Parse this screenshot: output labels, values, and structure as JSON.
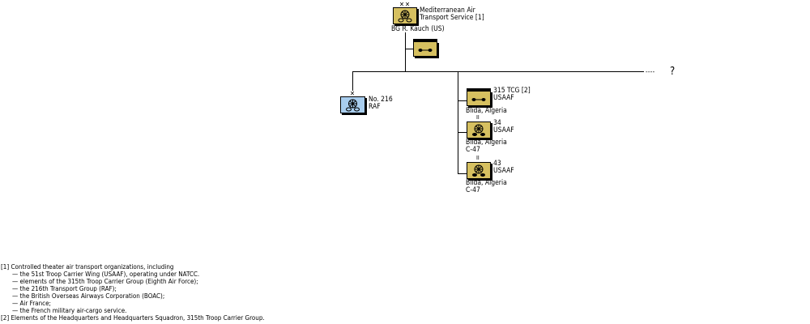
{
  "colors": {
    "army_tan": "#d6c060",
    "raf_blue": "#a8cdee",
    "line": "#000000"
  },
  "hq": {
    "size_marks": "✕✕",
    "name_line1": "Mediterranean Air",
    "name_line2": "Transport Service [1]",
    "commander": "BG R. Kauch (US)",
    "icon": "aviation-propeller-icon"
  },
  "hq_company": {
    "icon": "air-transport-icon"
  },
  "unknown_branch": {
    "dash": "- - - -",
    "label": "?"
  },
  "raf": {
    "size_mark": "✕",
    "line1": "No. 216",
    "line2": "RAF",
    "icon": "aviation-propeller-icon"
  },
  "tcg": {
    "line1": "315 TCG [2]",
    "line2": "USAAF",
    "location": "Blida, Algeria",
    "icon": "air-transport-icon"
  },
  "squadrons": [
    {
      "marks": "II",
      "line1": "34",
      "line2": "USAAF",
      "location": "Blida, Algeria",
      "aircraft": "C-47",
      "icon": "aviation-propeller-icon"
    },
    {
      "marks": "II",
      "line1": "43",
      "line2": "USAAF",
      "location": "Blida, Algeria",
      "aircraft": "C-47",
      "icon": "aviation-propeller-icon"
    }
  ],
  "notes": {
    "n1": "[1] Controlled theater air transport organizations, including",
    "n1_items": [
      "— the 51st Troop Carrier Wing (USAAF), operating under NATCC.",
      "— elements of the 315th Troop Carrier Group (Eighth Air Force);",
      "— the 216th Transport Group (RAF);",
      "— the British Overseas Airways Corporation (BOAC);",
      "— Air France;",
      "— the French military air-cargo service."
    ],
    "n2": "[2] Elements of the Headquarters and Headquarters Squadron, 315th Troop Carrier Group."
  }
}
